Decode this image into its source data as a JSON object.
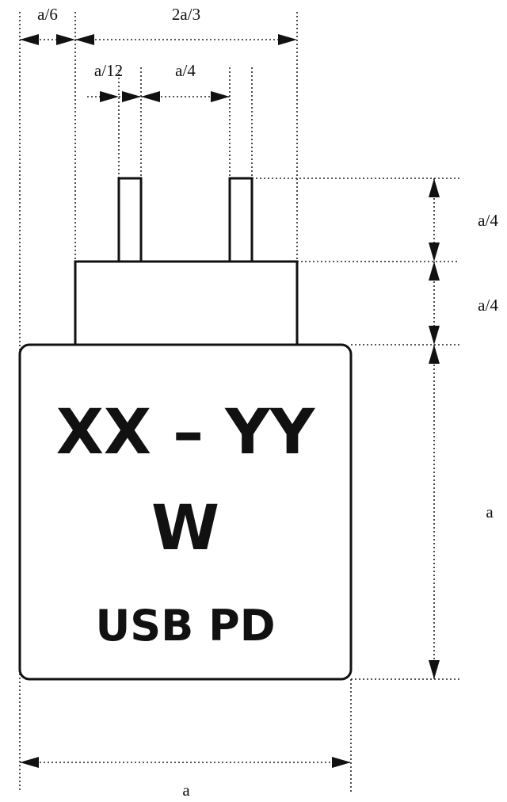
{
  "dimensions": {
    "left_offset": "a/6",
    "base_width": "2a/3",
    "prong_width": "a/12",
    "prong_gap": "a/4",
    "prong_height": "a/4",
    "base_height": "a/4",
    "body_height": "a",
    "body_width": "a"
  },
  "label": {
    "line1": "XX – YY",
    "line2": "W",
    "line3": "USB PD"
  }
}
